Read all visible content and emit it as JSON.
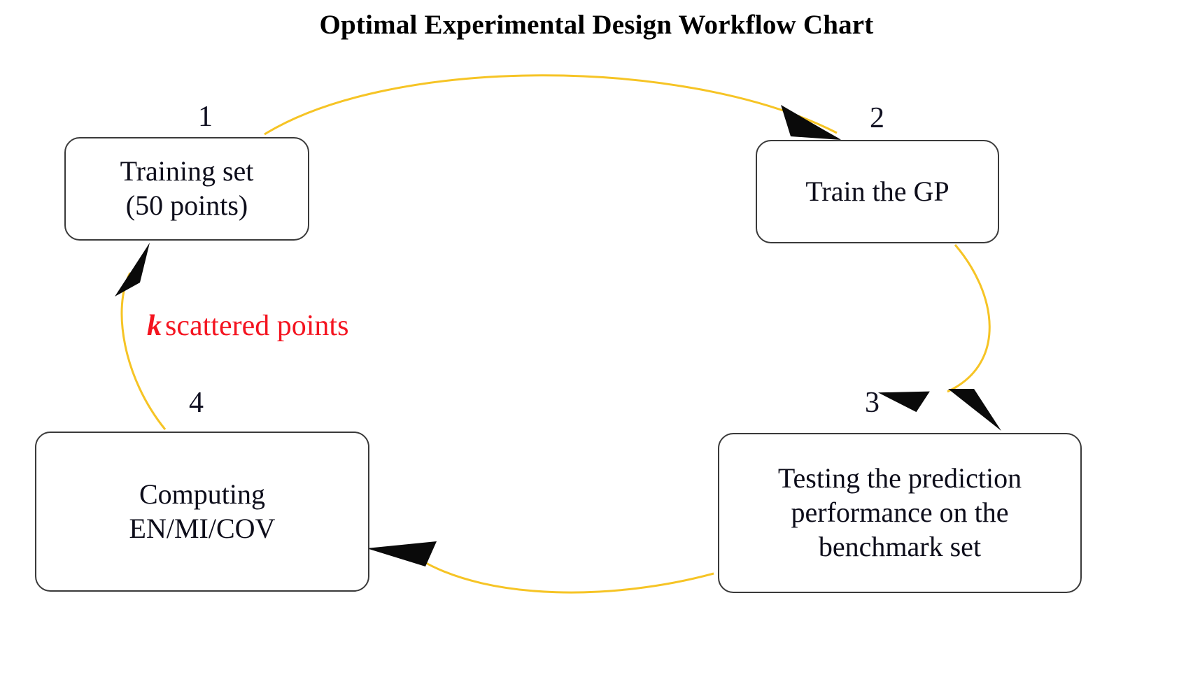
{
  "title": "Optimal Experimental Design Workflow Chart",
  "colors": {
    "arrow": "#f6c425",
    "arrowhead": "#0a0a0a",
    "box_border": "#3a3a3a",
    "box_fill": "#ffffff",
    "text": "#0d0d1a",
    "annotation_red": "#f41420",
    "background": "#ffffff"
  },
  "nodes": [
    {
      "number": "1",
      "line1": "Training set",
      "line2": "(50 points)"
    },
    {
      "number": "2",
      "line1": "Train the GP",
      "line2": ""
    },
    {
      "number": "3",
      "line1": "Testing the prediction",
      "line2": "performance on the",
      "line3": "benchmark set"
    },
    {
      "number": "4",
      "line1": "Computing",
      "line2": "EN/MI/COV"
    }
  ],
  "edge_labels": {
    "k_symbol": "k",
    "k_text": "scattered points"
  },
  "chart_data": {
    "type": "diagram",
    "subtype": "cyclic-workflow",
    "title": "Optimal Experimental Design Workflow Chart",
    "direction": "clockwise",
    "node_count": 4,
    "nodes": [
      {
        "id": 1,
        "label": "Training set (50 points)"
      },
      {
        "id": 2,
        "label": "Train the GP"
      },
      {
        "id": 3,
        "label": "Testing the prediction performance on the benchmark set"
      },
      {
        "id": 4,
        "label": "Computing EN/MI/COV"
      }
    ],
    "edges": [
      {
        "from": 1,
        "to": 2,
        "label": ""
      },
      {
        "from": 2,
        "to": 3,
        "label": ""
      },
      {
        "from": 3,
        "to": 4,
        "label": ""
      },
      {
        "from": 4,
        "to": 1,
        "label": "k scattered points"
      }
    ]
  }
}
